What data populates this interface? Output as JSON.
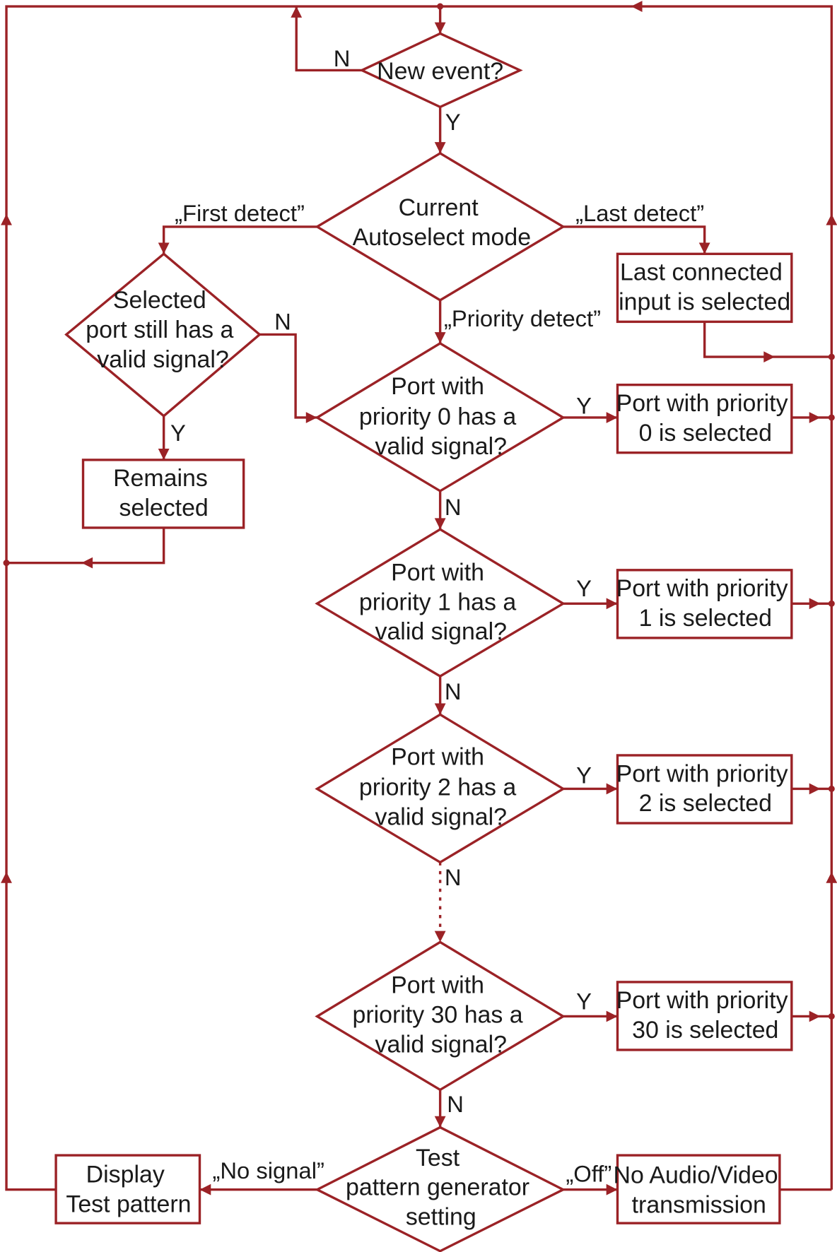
{
  "nodes": {
    "new_event": [
      "New event?"
    ],
    "autoselect_mode": [
      "Current",
      "Autoselect mode"
    ],
    "still_valid": [
      "Selected",
      "port still has a",
      "valid signal?"
    ],
    "last_connected": [
      "Last connected",
      "input is selected"
    ],
    "remains_selected": [
      "Remains",
      "selected"
    ],
    "priority_0_check": [
      "Port with",
      "priority 0 has a",
      "valid signal?"
    ],
    "priority_0_selected": [
      "Port with priority",
      "0 is selected"
    ],
    "priority_1_check": [
      "Port with",
      "priority 1 has a",
      "valid signal?"
    ],
    "priority_1_selected": [
      "Port with priority",
      "1 is selected"
    ],
    "priority_2_check": [
      "Port with",
      "priority 2 has a",
      "valid signal?"
    ],
    "priority_2_selected": [
      "Port with priority",
      "2 is selected"
    ],
    "priority_30_check": [
      "Port with",
      "priority 30 has a",
      "valid signal?"
    ],
    "priority_30_selected": [
      "Port with priority",
      "30 is selected"
    ],
    "test_pattern_setting": [
      "Test",
      "pattern generator",
      "setting"
    ],
    "display_test_pattern": [
      "Display",
      "Test pattern"
    ],
    "no_av": [
      "No Audio/Video",
      "transmission"
    ]
  },
  "labels": {
    "new_event_no": "N",
    "new_event_yes": "Y",
    "first_detect": "„First detect”",
    "last_detect": "„Last detect”",
    "priority_detect": "„Priority detect”",
    "still_valid_no": "N",
    "still_valid_yes": "Y",
    "p0_yes": "Y",
    "p0_no": "N",
    "p1_yes": "Y",
    "p1_no": "N",
    "p2_yes": "Y",
    "p2_no": "N",
    "p30_yes": "Y",
    "p30_no": "N",
    "no_signal": "„No signal”",
    "off": "„Off”"
  }
}
